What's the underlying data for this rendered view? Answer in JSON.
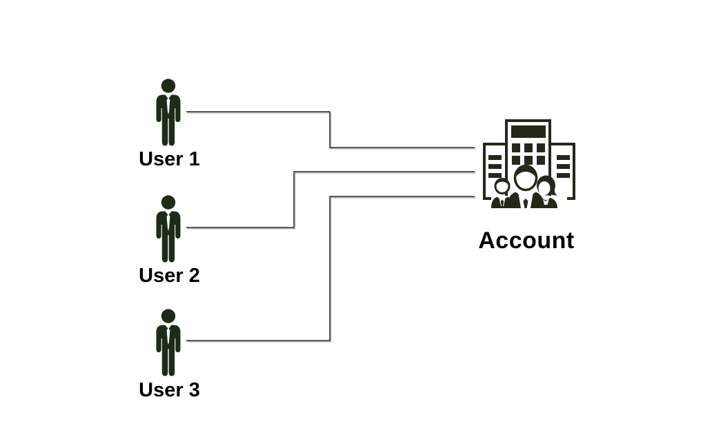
{
  "diagram": {
    "nodes": {
      "users": [
        {
          "id": "user-1",
          "label": "User 1",
          "icon": "businessman-icon"
        },
        {
          "id": "user-2",
          "label": "User 2",
          "icon": "businessman-icon"
        },
        {
          "id": "user-3",
          "label": "User 3",
          "icon": "businessman-icon"
        }
      ],
      "account": {
        "id": "account",
        "label": "Account",
        "icon": "office-building-team-icon"
      }
    },
    "edges": [
      {
        "from": "User 1",
        "to": "Account",
        "style": "elbow-connector"
      },
      {
        "from": "User 2",
        "to": "Account",
        "style": "elbow-connector"
      },
      {
        "from": "User 3",
        "to": "Account",
        "style": "elbow-connector"
      }
    ],
    "colors": {
      "background": "#ffffff",
      "user_icon": "#1d2c18",
      "account_icon": "#26261a",
      "connector": "#262626",
      "connector_shadow": "#9a9a9a",
      "label_text": "#000000"
    }
  }
}
